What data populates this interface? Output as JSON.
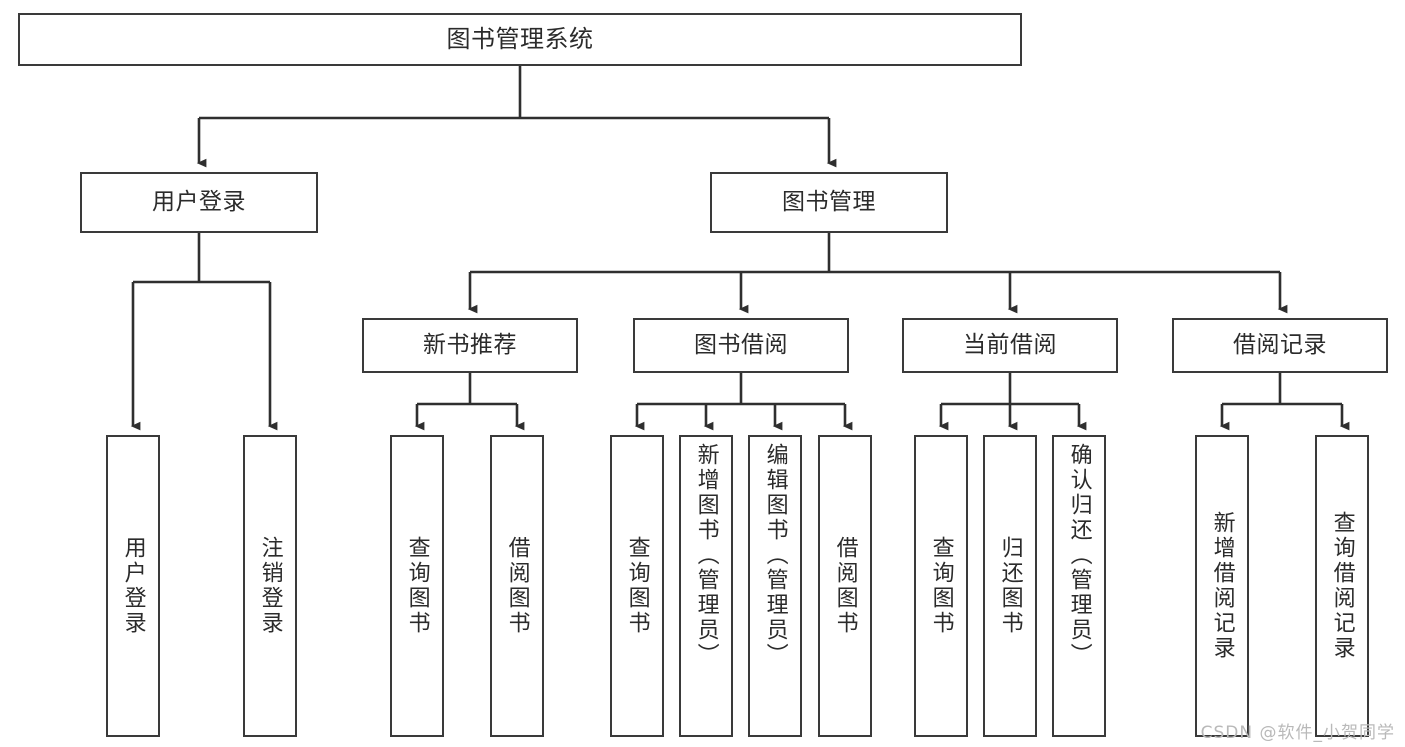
{
  "diagram": {
    "type": "tree-hierarchy",
    "title": "图书管理系统",
    "root": {
      "id": "root",
      "label": "图书管理系统"
    },
    "level1": [
      {
        "id": "user-login",
        "label": "用户登录"
      },
      {
        "id": "book-manage",
        "label": "图书管理"
      }
    ],
    "level2": [
      {
        "id": "new-book-recommend",
        "label": "新书推荐"
      },
      {
        "id": "book-borrow",
        "label": "图书借阅"
      },
      {
        "id": "current-borrow",
        "label": "当前借阅"
      },
      {
        "id": "borrow-record",
        "label": "借阅记录"
      }
    ],
    "leaves": {
      "user_login": [
        {
          "id": "leaf-user-login",
          "label": "用户登录"
        },
        {
          "id": "leaf-logout-login",
          "label": "注销登录"
        }
      ],
      "new_book_recommend": [
        {
          "id": "leaf-query-book-1",
          "label": "查询图书"
        },
        {
          "id": "leaf-borrow-book-1",
          "label": "借阅图书"
        }
      ],
      "book_borrow": [
        {
          "id": "leaf-query-book-2",
          "label": "查询图书"
        },
        {
          "id": "leaf-add-book",
          "label": "新增图书（管理员）"
        },
        {
          "id": "leaf-edit-book",
          "label": "编辑图书（管理员）"
        },
        {
          "id": "leaf-borrow-book-2",
          "label": "借阅图书"
        }
      ],
      "current_borrow": [
        {
          "id": "leaf-query-book-3",
          "label": "查询图书"
        },
        {
          "id": "leaf-return-book",
          "label": "归还图书"
        },
        {
          "id": "leaf-confirm-return",
          "label": "确认归还（管理员）"
        }
      ],
      "borrow_record": [
        {
          "id": "leaf-add-record",
          "label": "新增借阅记录"
        },
        {
          "id": "leaf-query-record",
          "label": "查询借阅记录"
        }
      ]
    },
    "colors": {
      "stroke": "#3a3a3a",
      "fill": "#ffffff",
      "text": "#2b2b2b",
      "watermark": "#b9b9b9"
    }
  },
  "watermark": {
    "text": "CSDN @软件_小贺同学"
  }
}
